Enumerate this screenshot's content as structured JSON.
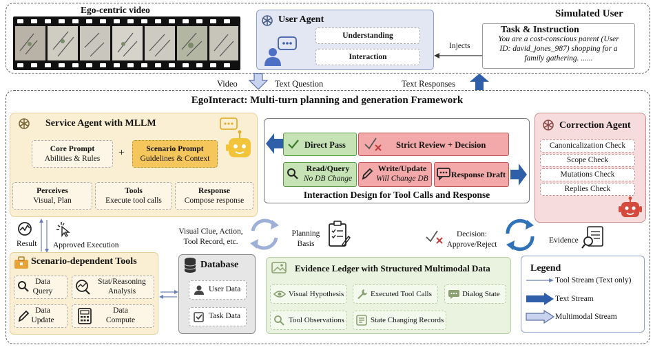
{
  "simulated_user": {
    "title": "Simulated User",
    "video_label": "Ego-centric video",
    "user_agent": {
      "title": "User Agent",
      "items": [
        "Understanding",
        "Interaction"
      ]
    },
    "injects": "Injects",
    "task": {
      "title": "Task & Instruction",
      "text_line1": "You are a cost-conscious parent (User",
      "text_line2": "ID: david_jones_987) shopping for a",
      "text_line3": "family gathering. ......"
    }
  },
  "flow": {
    "video": "Video",
    "text_question": "Text Question",
    "text_responses": "Text Responses"
  },
  "framework": {
    "title": "EgoInteract: Multi-turn planning and generation Framework",
    "service_agent": {
      "title": "Service Agent with MLLM",
      "core_prompt": {
        "title": "Core Prompt",
        "sub": "Abilities & Rules"
      },
      "plus": "+",
      "scenario_prompt": {
        "title": "Scenario Prompt",
        "sub": "Guidelines & Context"
      },
      "steps": [
        {
          "title": "Perceives",
          "sub": "Visual, Plan"
        },
        {
          "title": "Tools",
          "sub": "Execute tool calls"
        },
        {
          "title": "Response",
          "sub": "Compose response"
        }
      ]
    },
    "interaction": {
      "caption": "Interaction Design for Tool Calls and Response",
      "direct_pass": "Direct Pass",
      "strict_review": "Strict Review + Decision",
      "read_query": {
        "title": "Read/Query",
        "sub": "No DB Change"
      },
      "write_update": {
        "title": "Write/Update",
        "sub": "Will Change DB"
      },
      "response_draft": "Response Draft"
    },
    "correction_agent": {
      "title": "Correction Agent",
      "checks": [
        "Canonicalization Check",
        "Scope Check",
        "Mutations Check",
        "Replies  Check"
      ]
    },
    "labels": {
      "result": "Result",
      "approved_execution": "Approved Execution",
      "visual_clue_1": "Visual Clue,  Action,",
      "visual_clue_2": "Tool Record, etc.",
      "planning_1": "Planning",
      "planning_2": "Basis",
      "decision_1": "Decision:",
      "decision_2": "Approve/Reject",
      "evidence": "Evidence"
    },
    "tools": {
      "title": "Scenario-dependent Tools",
      "items": [
        {
          "l1": "Data",
          "l2": "Query"
        },
        {
          "l1": "Stat/Reasoning",
          "l2": "Analysis"
        },
        {
          "l1": "Data",
          "l2": "Update"
        },
        {
          "l1": "Data",
          "l2": "Compute"
        }
      ]
    },
    "database": {
      "title": "Database",
      "items": [
        "User Data",
        "Task Data"
      ]
    },
    "ledger": {
      "title": "Evidence Ledger with Structured Multimodal Data",
      "items": [
        "Visual Hypothesis",
        "Executed Tool Calls",
        "Dialog State",
        "Tool Observations",
        "State Changing Records"
      ]
    },
    "legend": {
      "title": "Legend",
      "items": [
        "Tool Stream (Text only)",
        "Text Stream",
        "Multimodal Stream"
      ]
    }
  },
  "colors": {
    "service_bg": "#fbefd3",
    "service_border": "#e5cf9d",
    "scenario_prompt": "#f4c65c",
    "correction_bg": "#f6dcdc",
    "correction_border": "#c98a8a",
    "green_box": "#c5e3b4",
    "green_border": "#5c9a45",
    "red_box": "#f3a9a9",
    "red_border": "#c25656",
    "blue_arrow": "#2f5fa8",
    "ledger_bg": "#eaf3e0",
    "user_agent_bg": "#e3e7f3",
    "robot_yellow": "#f2c43a",
    "robot_red": "#d44a3d"
  }
}
